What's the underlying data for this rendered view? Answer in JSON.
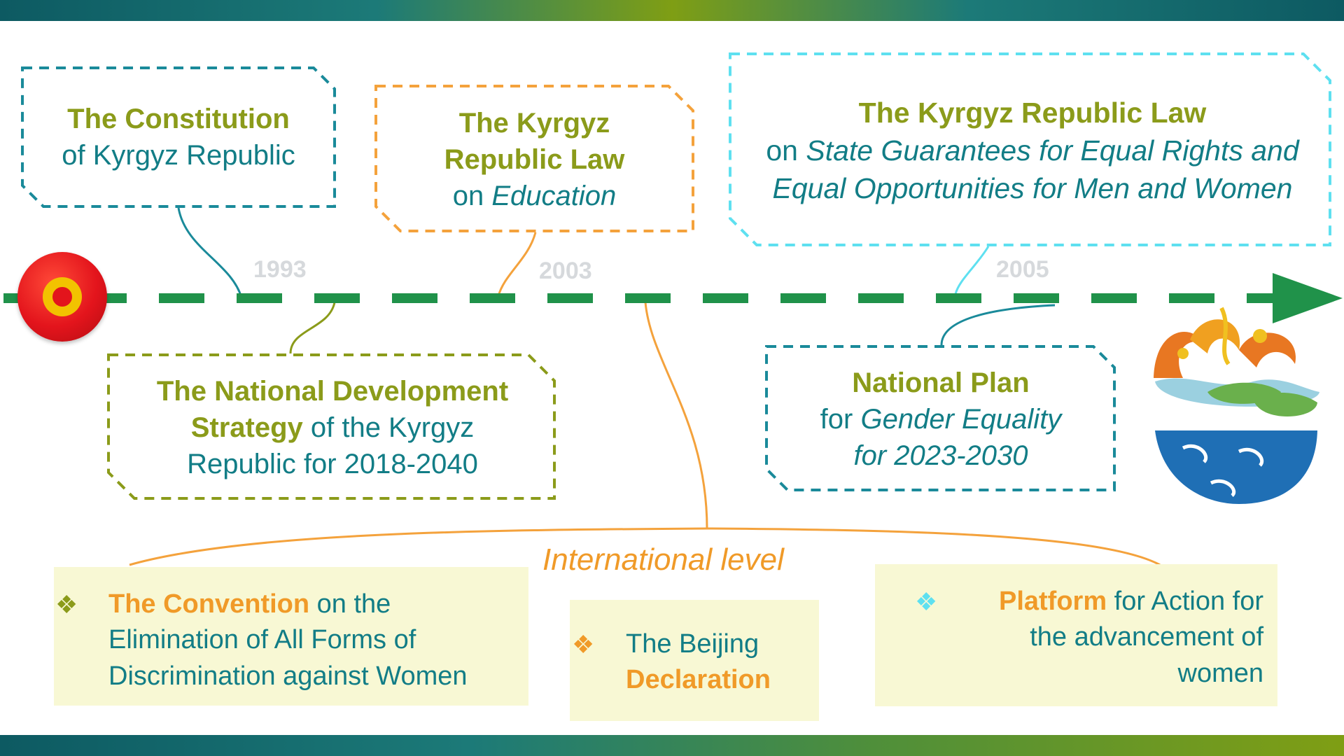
{
  "timeline": {
    "years": [
      "1993",
      "2003",
      "2005"
    ],
    "boxes": {
      "constitution": {
        "title": "The Constitution",
        "text": "of Kyrgyz Republic"
      },
      "education_law": {
        "title_line1": "The Kyrgyz",
        "title_line2": "Republic Law",
        "prefix": "on ",
        "subject": "Education"
      },
      "equal_rights_law": {
        "title": "The Kyrgyz Republic Law",
        "prefix": "on ",
        "subject": "State Guarantees for Equal Rights and Equal Opportunities for Men and Women"
      },
      "development_strategy": {
        "title_line1": "The National Development",
        "title_bold2": "Strategy",
        "rest2": " of the Kyrgyz",
        "line3": "Republic for 2018-2040"
      },
      "gender_plan": {
        "title": "National Plan",
        "prefix": "for ",
        "subject": "Gender Equality",
        "line3": "for 2023-2030"
      }
    }
  },
  "international": {
    "label": "International level",
    "cards": {
      "convention": {
        "bold": "The Convention",
        "rest": " on the",
        "line2": "Elimination of All Forms of",
        "line3": "Discrimination against Women"
      },
      "beijing": {
        "line1": "The Beijing",
        "bold": "Declaration"
      },
      "platform": {
        "bold": "Platform",
        "rest": " for Action for",
        "line2": "the advancement of",
        "line3": "women"
      }
    }
  },
  "colors": {
    "timeline_green": "#20924a",
    "teal": "#1a8a9a",
    "orange": "#f4a23c",
    "olive": "#8b9b1a",
    "cyan": "#5ee0f0",
    "card_bg": "#f8f8d4"
  },
  "icons": [
    "kyrgyz-flag-icon",
    "decorative-emblem-icon",
    "diamond-bullet-icon"
  ]
}
